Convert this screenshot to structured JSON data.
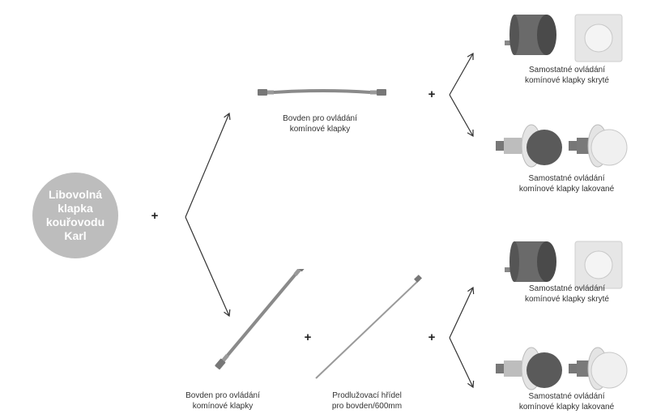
{
  "main": {
    "start_label": "Libovolná\nklapka\nkouřovodu\nKarl",
    "plus_symbol": "+",
    "captions": {
      "bowden_top": "Bovden pro ovládání\nkomínové klapky",
      "bowden_bottom": "Bovden pro ovládání\nkomínové klapky",
      "shaft": "Prodlužovací hřídel\npro bovden/600mm",
      "hidden_top": "Samostatné ovládání\nkomínové klapky skryté",
      "painted_top": "Samostatné ovládání\nkomínové klapky lakované",
      "hidden_bottom": "Samostatné ovládání\nkomínové klapky skryté",
      "painted_bottom": "Samostatné ovládání\nkomínové klapky lakované"
    }
  },
  "colors": {
    "circle": "#bdbdbd",
    "line": "#333333",
    "metal": "#8a8a8a",
    "dark": "#5a5a5a"
  }
}
